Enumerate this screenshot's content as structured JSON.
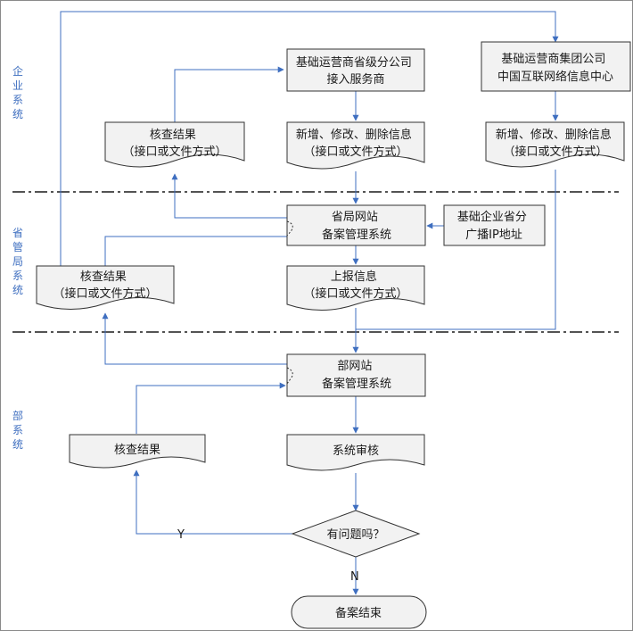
{
  "lanes": {
    "enterprise": "企业系统",
    "province": "省管局系统",
    "ministry": "部系统"
  },
  "nodes": {
    "prov_isp": [
      "基础运营商省级分公司",
      "接入服务商"
    ],
    "group_isp": [
      "基础运营商集团公司",
      "中国互联网络信息中心"
    ],
    "ent_result": [
      "核查结果",
      "（接口或文件方式）"
    ],
    "ent_change_left": [
      "新增、修改、删除信息",
      "（接口或文件方式）"
    ],
    "ent_change_right": [
      "新增、修改、删除信息",
      "（接口或文件方式）"
    ],
    "prov_site": [
      "省局网站",
      "备案管理系统"
    ],
    "ip_addr": [
      "基础企业省分",
      "广播IP地址"
    ],
    "prov_result": [
      "核查结果",
      "（接口或文件方式）"
    ],
    "report": [
      "上报信息",
      "（接口或文件方式）"
    ],
    "min_site": [
      "部网站",
      "备案管理系统"
    ],
    "min_result": [
      "核查结果"
    ],
    "sys_review": [
      "系统审核"
    ],
    "decision": [
      "有问题吗？"
    ],
    "end": [
      "备案结束"
    ]
  },
  "labels": {
    "yes": "Y",
    "no": "N"
  }
}
